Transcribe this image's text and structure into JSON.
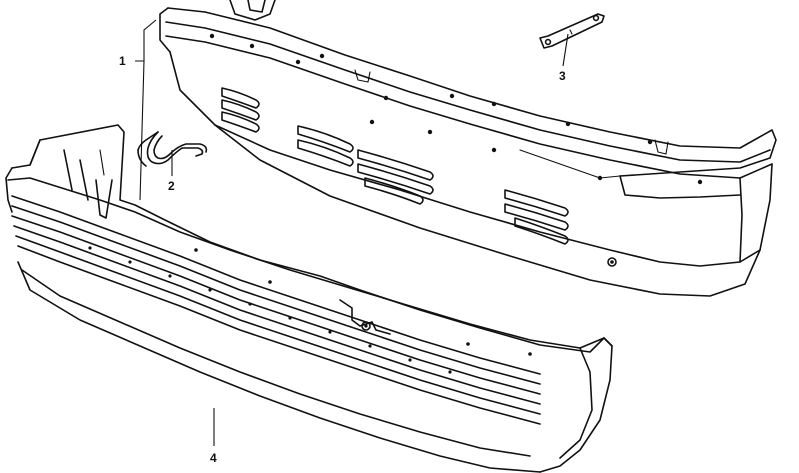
{
  "diagram": {
    "callouts": [
      {
        "id": "1",
        "label": "1"
      },
      {
        "id": "2",
        "label": "2"
      },
      {
        "id": "3",
        "label": "3"
      },
      {
        "id": "4",
        "label": "4"
      }
    ]
  },
  "colors": {
    "ink": "#111111",
    "background": "#ffffff"
  }
}
